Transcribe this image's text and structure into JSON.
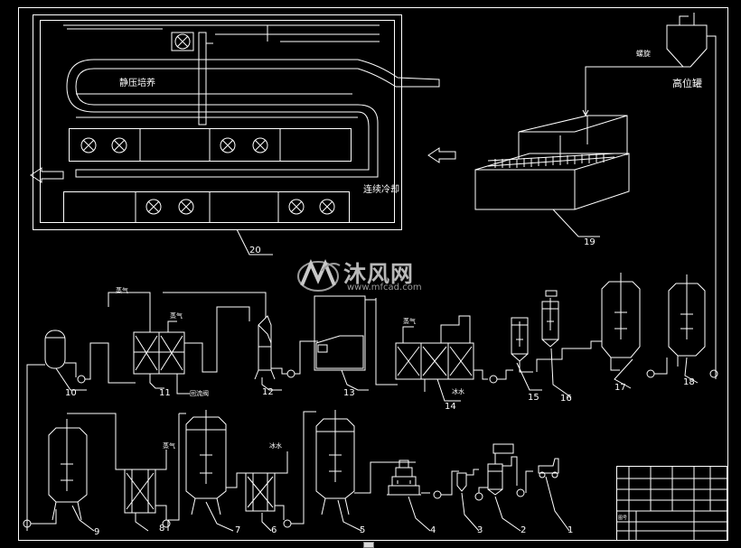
{
  "labels": {
    "culture": "静压培养",
    "cooling": "连续冷却",
    "pump": "螺旋",
    "tank": "高位罐",
    "steam": "蒸气",
    "water": "冰水",
    "return": "回流阀"
  },
  "numbers": [
    "1",
    "2",
    "3",
    "4",
    "5",
    "6",
    "7",
    "8",
    "9",
    "10",
    "11",
    "12",
    "13",
    "14",
    "15",
    "16",
    "17",
    "18",
    "19",
    "20"
  ],
  "watermark": {
    "text": "沐风网",
    "url": "www.mfcad.com"
  },
  "title_block": {
    "label": "图号"
  }
}
